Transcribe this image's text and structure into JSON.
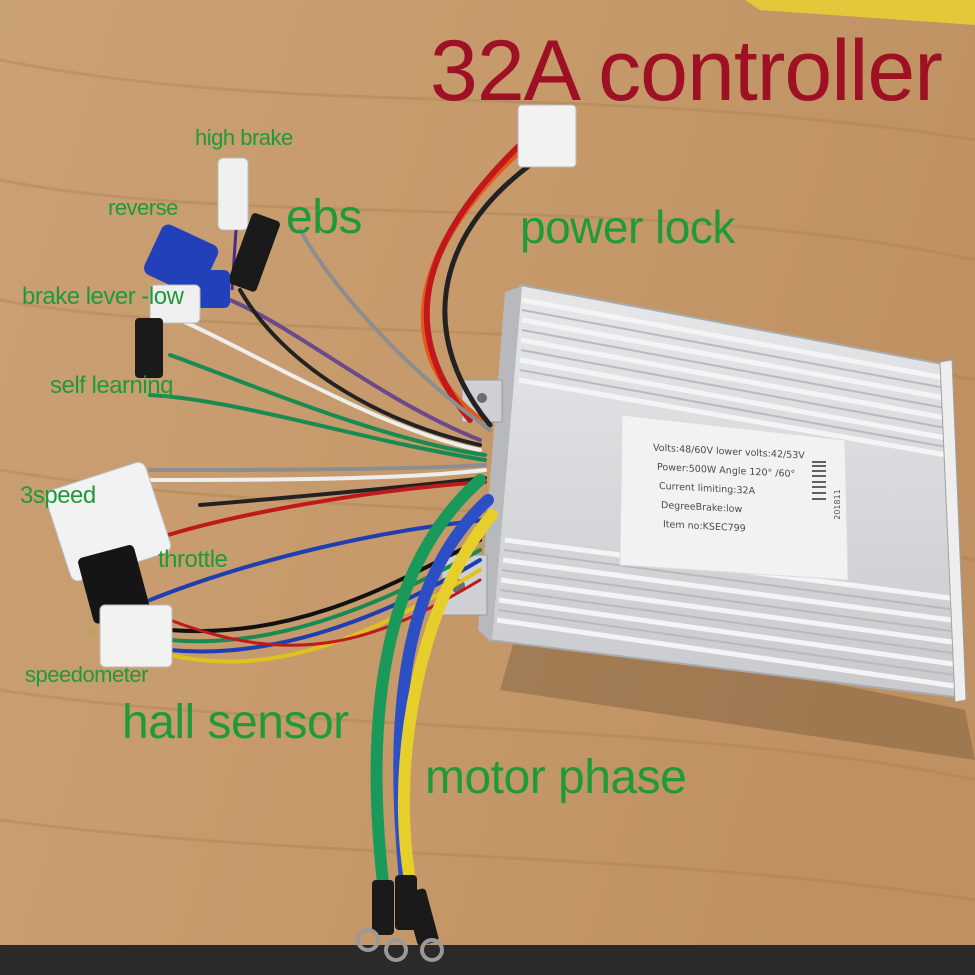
{
  "colors": {
    "wood": "#c79a6c",
    "wood_dark": "#a97a4e",
    "label_green": "#1f9a3a",
    "title_red": "#9e1024",
    "aluminum": "#d9dadc"
  },
  "title": "32A controller",
  "labels": {
    "high_brake": "high brake",
    "reverse": "reverse",
    "ebs": "ebs",
    "power_lock": "power lock",
    "brake_lever_low": "brake lever -low",
    "self_learning": "self learning",
    "three_speed": "3speed",
    "throttle": "throttle",
    "speedometer": "speedometer",
    "hall_sensor": "hall sensor",
    "motor_phase": "motor phase"
  },
  "sticker": {
    "line1": "Volts:48/60V  lower volts:42/53V",
    "line2": "Power:500W  Angle 120° /60°",
    "line3": "Current limiting:32A",
    "line4": "DegreeBrake:low",
    "line5": "Item no:KSEC799",
    "serial": "201811"
  }
}
